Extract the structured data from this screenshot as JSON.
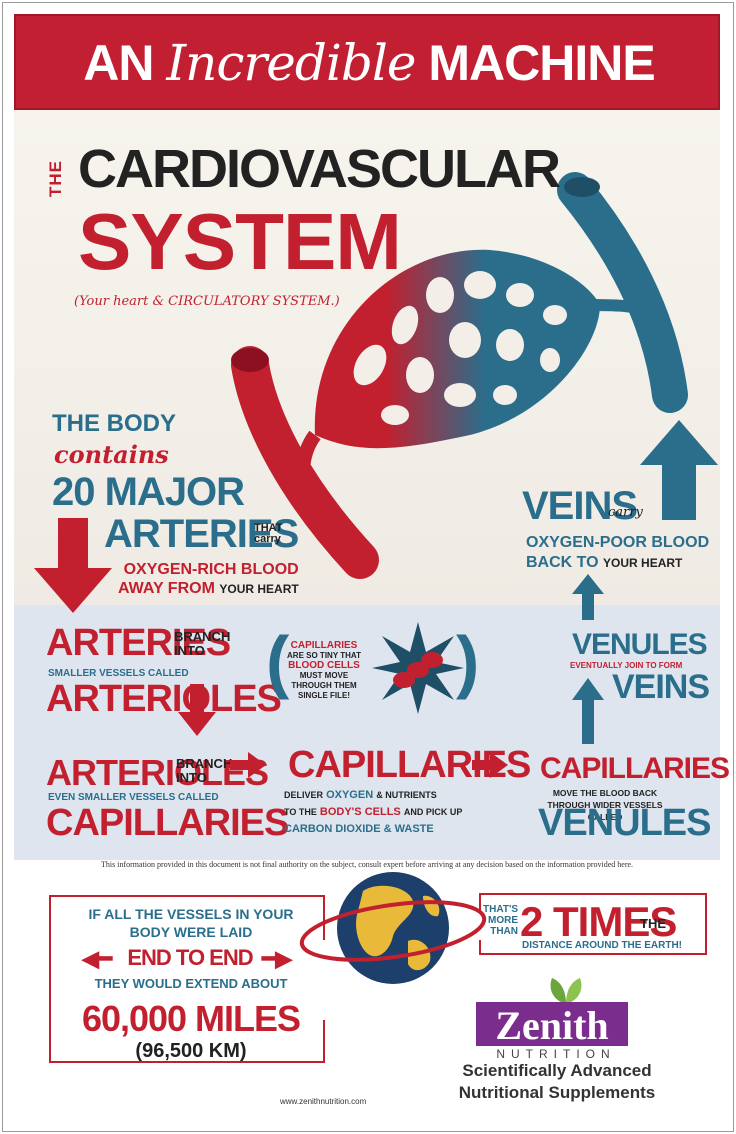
{
  "banner": {
    "word1": "AN",
    "word2": "Incredible",
    "word3": "MACHINE"
  },
  "header": {
    "the": "THE",
    "cardio": "CARDIOVASCULAR",
    "system": "SYSTEM",
    "subtitle": "(Your heart & CIRCULATORY SYSTEM.)"
  },
  "arteries_section": {
    "line1": "THE BODY",
    "line2": "contains",
    "line3": "20 MAJOR",
    "line4": "ARTERIES",
    "that_carry": "THAT carry",
    "oxy1": "OXYGEN-RICH BLOOD",
    "oxy2a": "AWAY FROM",
    "oxy2b": "YOUR HEART"
  },
  "veins_section": {
    "title": "VEINS",
    "carry": "carry",
    "line1": "OXYGEN-POOR BLOOD",
    "line2a": "BACK TO",
    "line2b": "YOUR HEART"
  },
  "flow": {
    "arteries": "ARTERIES",
    "branch_into": "BRANCH INTO",
    "smaller": "SMALLER VESSELS CALLED",
    "arterioles": "ARTERIOLES",
    "arterioles2": "ARTERIOLES",
    "branch_into2": "BRANCH INTO",
    "even_smaller": "EVEN SMALLER VESSELS CALLED",
    "capillaries": "CAPILLARIES",
    "cap_info_title": "CAPILLARIES",
    "cap_info_1": "ARE SO TINY THAT",
    "cap_info_2": "BLOOD CELLS",
    "cap_info_3": "MUST MOVE THROUGH THEM SINGLE FILE!",
    "cap_mid": "CAPILLARIES",
    "deliver1": "DELIVER",
    "deliver2": "OXYGEN",
    "deliver3": "& NUTRIENTS",
    "deliver4": "TO THE",
    "deliver5": "BODY'S CELLS",
    "deliver6": "AND PICK UP",
    "deliver7": "CARBON DIOXIDE",
    "deliver8": "& WASTE",
    "venules": "VENULES",
    "eventually": "EVENTUALLY JOIN TO FORM",
    "veins": "VEINS",
    "cap_right": "CAPILLARIES",
    "move_blood": "MOVE THE BLOOD BACK THROUGH WIDER VESSELS CALLED",
    "venules2": "VENULES"
  },
  "disclaimer": "This information provided in this document is not final authority on the subject, consult expert before arriving at any  decision based on the information provided here.",
  "facts": {
    "ifall": "IF ALL THE VESSELS IN YOUR BODY WERE LAID",
    "end_to_end": "END TO END",
    "extend": "THEY WOULD EXTEND ABOUT",
    "miles": "60,000 MILES",
    "km": "(96,500 KM)",
    "thats": "THAT'S MORE THAN",
    "two_times": "2 TIMES",
    "the": "THE",
    "distance": "DISTANCE AROUND THE EARTH!"
  },
  "brand": {
    "name": "Zenith",
    "sub": "NUTRITION",
    "tag1": "Scientifically Advanced",
    "tag2": "Nutritional Supplements",
    "website": "www.zenithnutrition.com"
  },
  "colors": {
    "red": "#c2202f",
    "blue": "#2a6e8c",
    "purple": "#7b2d8e",
    "green": "#6aa63c"
  }
}
